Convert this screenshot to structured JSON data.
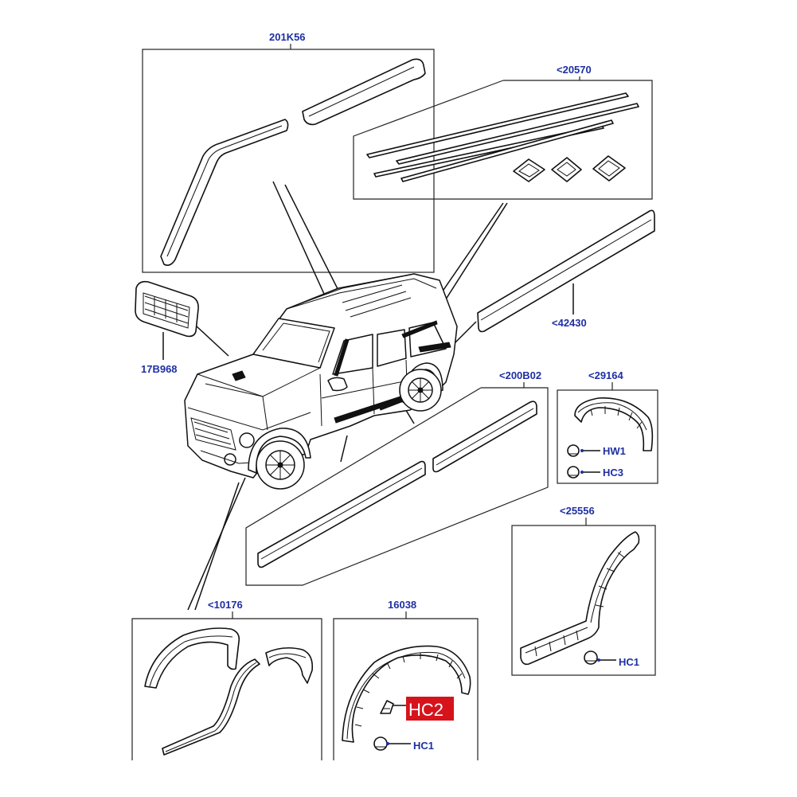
{
  "callouts": {
    "visors": "201K56",
    "beltline_strips": "<20570",
    "rear_door_moulding": "<42430",
    "grille_vent": "17B968",
    "door_mouldings": "<200B02",
    "rear_arch_extension": "<29164",
    "rear_arch_liner": "<25556",
    "front_arch_trims": "<10176",
    "front_arch_flare": "16038"
  },
  "fasteners": {
    "hw1": "HW1",
    "hc3": "HC3",
    "hc1_rear": "HC1",
    "hc1_front": "HC1",
    "hc2_highlight": "HC2"
  },
  "colors": {
    "label": "#1f2fa3",
    "line": "#111111",
    "highlight": "#d6131b",
    "background": "#ffffff"
  }
}
